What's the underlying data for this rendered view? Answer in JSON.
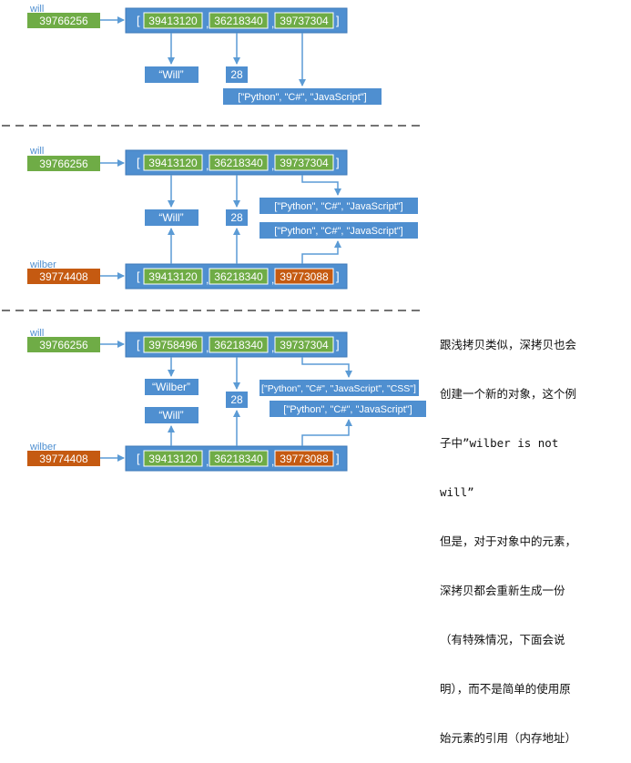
{
  "colors": {
    "blue": "#4f8fd0",
    "blue_border": "#3d78b8",
    "green": "#6fac46",
    "orange": "#c55a11",
    "white": "#ffffff",
    "arrow": "#5b9bd5",
    "dash": "#222222"
  },
  "panel1": {
    "var_name": "will",
    "var_id": "39766256",
    "list": {
      "open": "[",
      "close": "]",
      "sep1": ",",
      "sep2": ",",
      "items": [
        "39413120",
        "36218340",
        "39737304"
      ]
    },
    "name_box": "“Will”",
    "age_box": "28",
    "langs_box": "[\"Python\", \"C#\", \"JavaScript\"]"
  },
  "panel2": {
    "var1_name": "will",
    "var1_id": "39766256",
    "list1": {
      "open": "[",
      "close": "]",
      "sep1": ",",
      "sep2": ",",
      "items": [
        "39413120",
        "36218340",
        "39737304"
      ]
    },
    "name_box": "“Will”",
    "age_box": "28",
    "langs_box1": "[\"Python\", \"C#\", \"JavaScript\"]",
    "langs_box2": "[\"Python\", \"C#\", \"JavaScript\"]",
    "var2_name": "wilber",
    "var2_id": "39774408",
    "list2": {
      "open": "[",
      "close": "]",
      "sep1": ",",
      "sep2": ",",
      "items": [
        "39413120",
        "36218340",
        "39773088"
      ]
    }
  },
  "panel3": {
    "var1_name": "will",
    "var1_id": "39766256",
    "list1": {
      "open": "[",
      "close": "]",
      "sep1": ",",
      "sep2": ",",
      "items": [
        "39758496",
        "36218340",
        "39737304"
      ]
    },
    "name_box_wilber": "“Wilber”",
    "name_box_will": "“Will”",
    "age_box": "28",
    "langs_box1": "[\"Python\", \"C#\", \"JavaScript\", \"CSS\"]",
    "langs_box2": "[\"Python\", \"C#\", \"JavaScript\"]",
    "var2_name": "wilber",
    "var2_id": "39774408",
    "list2": {
      "open": "[",
      "close": "]",
      "sep1": ",",
      "sep2": ",",
      "items": [
        "39413120",
        "36218340",
        "39773088"
      ]
    }
  },
  "note_lines": [
    "跟浅拷贝类似，深拷贝也会",
    "创建一个新的对象，这个例",
    "子中”wilber is not",
    "will”",
    "但是，对于对象中的元素，",
    "深拷贝都会重新生成一份",
    "（有特殊情况，下面会说",
    "明），而不是简单的使用原",
    "始元素的引用（内存地址）"
  ]
}
